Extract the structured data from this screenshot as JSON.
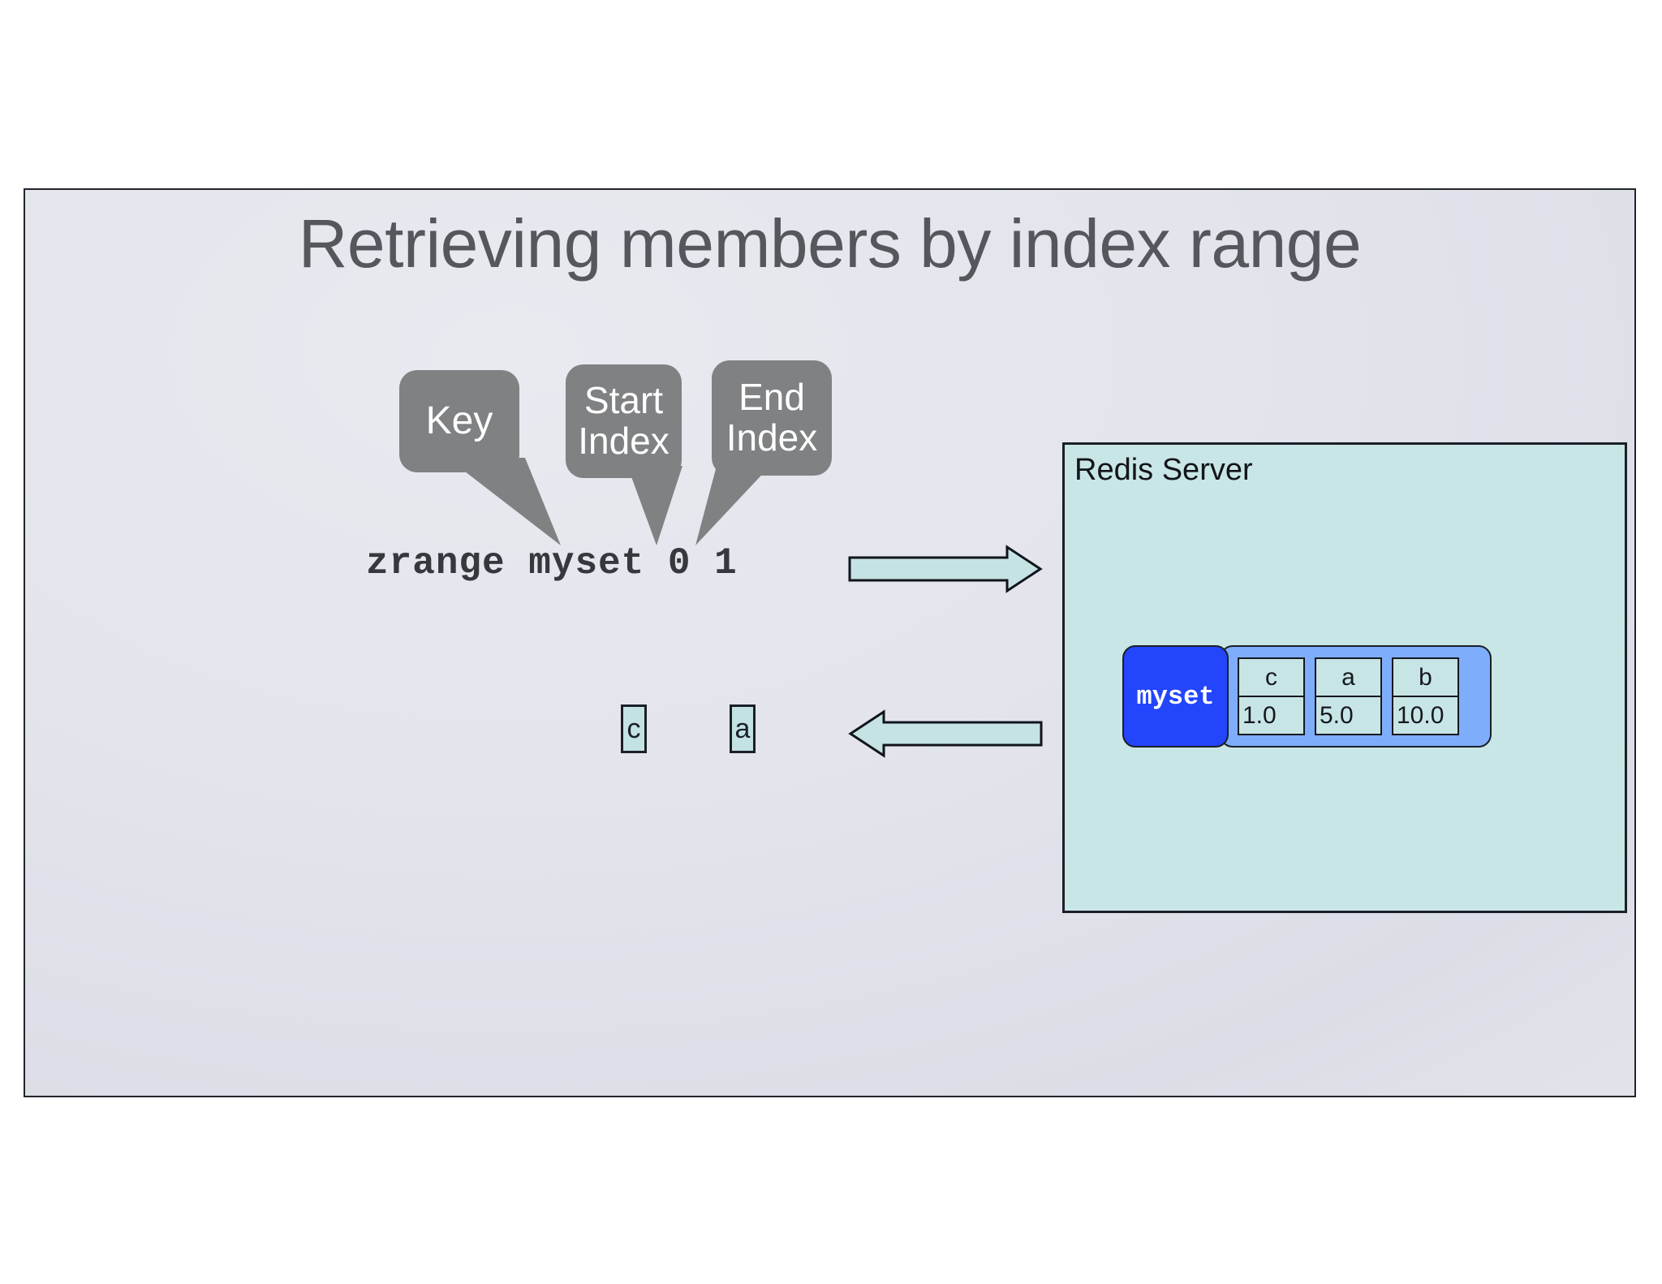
{
  "slide": {
    "title": "Retrieving members by index range",
    "background_color": "#e3e4ec",
    "border_color": "#23252b"
  },
  "callouts": [
    {
      "name": "key",
      "label": "Key",
      "color": "#7f8183"
    },
    {
      "name": "start-index",
      "label": "Start\nIndex",
      "color": "#7f8183"
    },
    {
      "name": "end-index",
      "label": "End\nIndex",
      "color": "#7f8183"
    }
  ],
  "command": {
    "text": "zrange myset 0 1",
    "parts": {
      "command_name": "zrange",
      "key": "myset",
      "start_index": "0",
      "end_index": "1"
    }
  },
  "arrows": {
    "request": {
      "direction": "right",
      "fill": "#c6e3e3",
      "stroke": "#10141c"
    },
    "response": {
      "direction": "left",
      "fill": "#c6e3e3",
      "stroke": "#10141c"
    }
  },
  "result": {
    "members": [
      "c",
      "a"
    ],
    "cell_fill": "#c3e2e2"
  },
  "redis_server": {
    "label": "Redis Server",
    "panel_color": "#c9e6e6",
    "key_name": "myset",
    "key_color": "#2345fb",
    "container_color": "#7eadfb",
    "members": [
      {
        "name": "c",
        "score": "1.0"
      },
      {
        "name": "a",
        "score": "5.0"
      },
      {
        "name": "b",
        "score": "10.0"
      }
    ]
  }
}
